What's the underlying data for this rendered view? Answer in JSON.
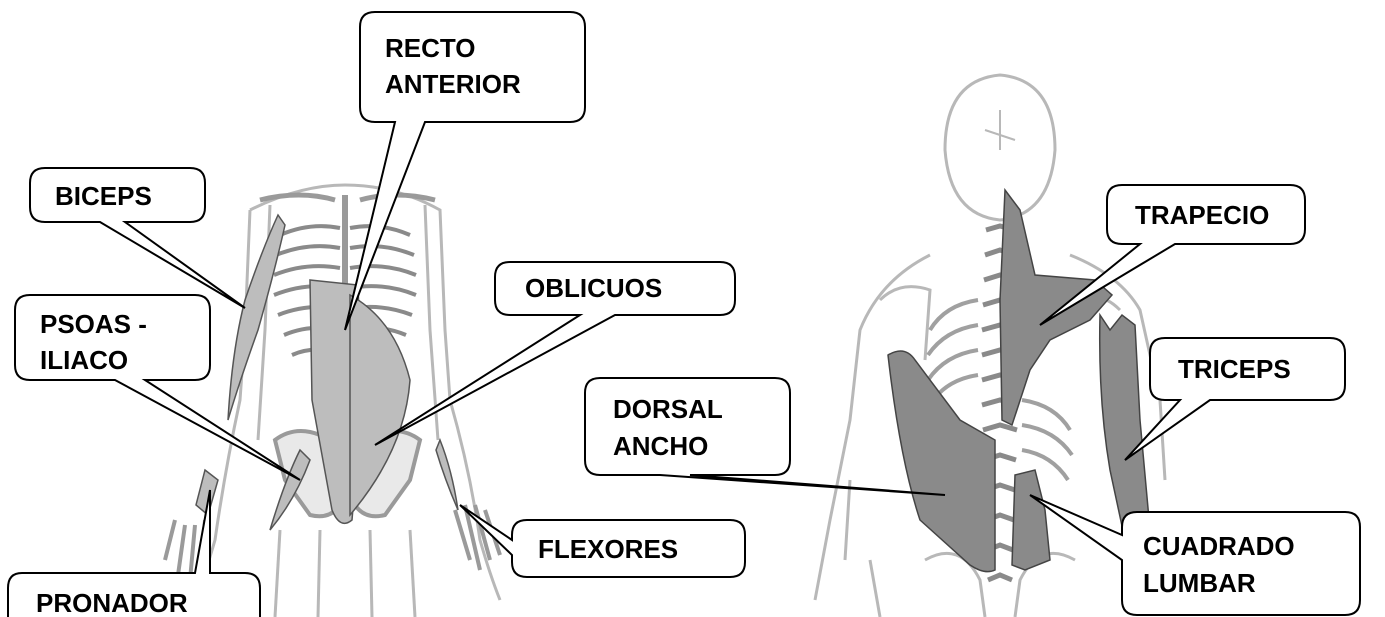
{
  "labels": {
    "recto_anterior": [
      "RECTO",
      "ANTERIOR"
    ],
    "biceps": [
      "BICEPS"
    ],
    "oblicuos": [
      "OBLICUOS"
    ],
    "psoas_iliaco": [
      "PSOAS -",
      "ILIACO"
    ],
    "flexores": [
      "FLEXORES"
    ],
    "pronador": [
      "PRONADOR"
    ],
    "trapecio": [
      "TRAPECIO"
    ],
    "triceps": [
      "TRICEPS"
    ],
    "dorsal_ancho": [
      "DORSAL",
      "ANCHO"
    ],
    "cuadrado_lumbar": [
      "CUADRADO",
      "LUMBAR"
    ]
  },
  "colors": {
    "front_muscle": "#bdbdbd",
    "back_muscle": "#8a8a8a",
    "outline": "#b8b8b8",
    "bone": "#9a9a9a",
    "callout_stroke": "#000000"
  }
}
